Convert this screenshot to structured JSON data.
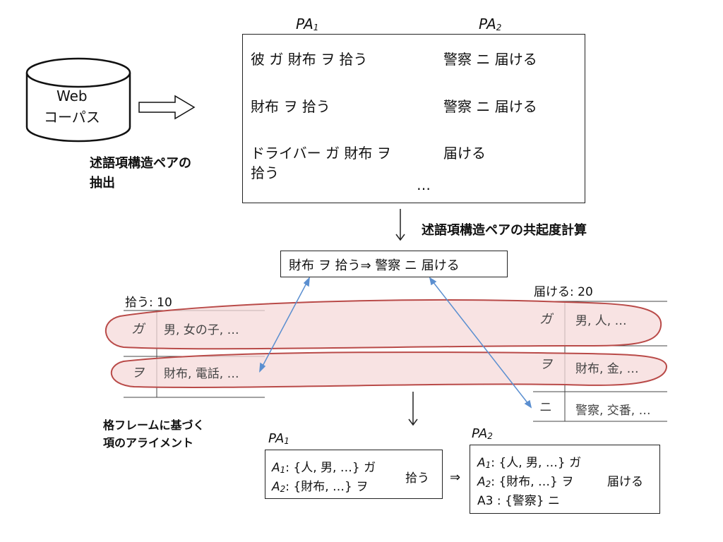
{
  "corpus": {
    "line1": "Web",
    "line2": "コーパス"
  },
  "extract_label": {
    "line1": "述語項構造ペアの",
    "line2": "抽出"
  },
  "pa_table": {
    "header1": {
      "main": "PA",
      "sub": "1"
    },
    "header2": {
      "main": "PA",
      "sub": "2"
    },
    "rows": [
      {
        "left": "彼 ガ 財布 ヲ 拾う",
        "right": "警察 ニ 届ける"
      },
      {
        "left": "財布 ヲ 拾う",
        "right": "警察 ニ 届ける"
      },
      {
        "left": "ドライバー ガ 財布 ヲ",
        "left2": "拾う",
        "right": "届ける"
      }
    ],
    "ellipsis": "…"
  },
  "cooc_label": "述語項構造ペアの共起度計算",
  "pair_box": "財布 ヲ 拾う⇒ 警察 ニ 届ける",
  "frame_left": {
    "title": "拾う: 10",
    "rows": [
      {
        "case": "ガ",
        "fillers": "男, 女の子, …"
      },
      {
        "case": "ヲ",
        "fillers": "財布, 電話, …"
      }
    ]
  },
  "frame_right": {
    "title": "届ける: 20",
    "rows": [
      {
        "case": "ガ",
        "fillers": "男, 人, …"
      },
      {
        "case": "ヲ",
        "fillers": "財布, 金, …"
      },
      {
        "case": "ニ",
        "fillers": "警察, 交番, …"
      }
    ]
  },
  "align_label": {
    "line1": "格フレームに基づく",
    "line2": "項のアライメント"
  },
  "result": {
    "pa1_header": {
      "main": "PA",
      "sub": "1"
    },
    "pa2_header": {
      "main": "PA",
      "sub": "2"
    },
    "left": {
      "a1": {
        "main": "A",
        "sub": "1",
        "text": ": {人, 男, …} ガ"
      },
      "a2": {
        "main": "A",
        "sub": "2",
        "text": ": {財布, …} ヲ"
      },
      "verb": "拾う"
    },
    "arrow": "⇒",
    "right": {
      "a1": {
        "main": "A",
        "sub": "1",
        "text": ": {人, 男, …} ガ"
      },
      "a2": {
        "main": "A",
        "sub": "2",
        "text": ": {財布, …} ヲ"
      },
      "verb": "届ける",
      "a3": "A3 : {警察} ニ"
    }
  },
  "colors": {
    "blob_fill": "#f6dada",
    "blob_stroke": "#b94a48",
    "link": "#5b8fd0"
  }
}
